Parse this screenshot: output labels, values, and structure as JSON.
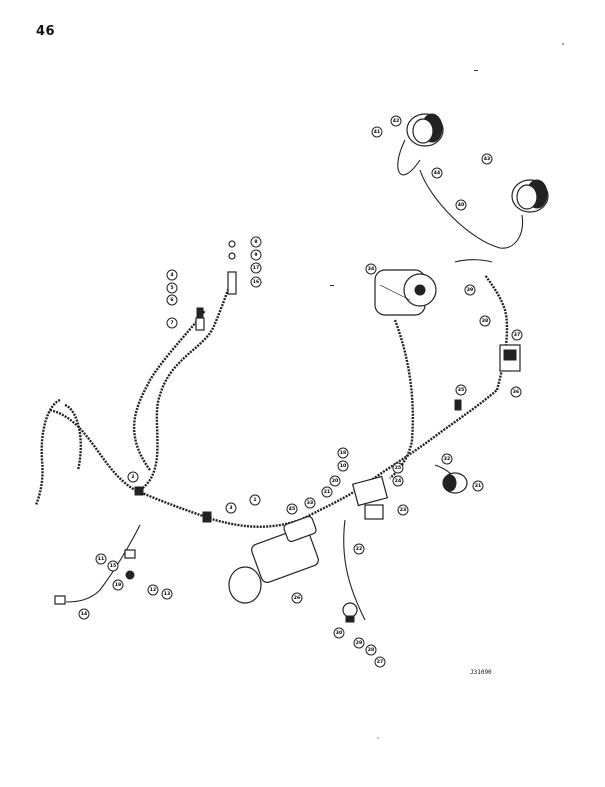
{
  "page": {
    "number": "46",
    "figure_id": "J31090"
  },
  "callouts": [
    {
      "n": "1"
    },
    {
      "n": "2"
    },
    {
      "n": "3"
    },
    {
      "n": "4"
    },
    {
      "n": "5"
    },
    {
      "n": "6"
    },
    {
      "n": "7"
    },
    {
      "n": "8"
    },
    {
      "n": "9"
    },
    {
      "n": "10"
    },
    {
      "n": "11"
    },
    {
      "n": "12"
    },
    {
      "n": "13"
    },
    {
      "n": "14"
    },
    {
      "n": "15"
    },
    {
      "n": "16"
    },
    {
      "n": "17"
    },
    {
      "n": "18"
    },
    {
      "n": "19"
    },
    {
      "n": "20"
    },
    {
      "n": "21"
    },
    {
      "n": "22"
    },
    {
      "n": "23"
    },
    {
      "n": "24"
    },
    {
      "n": "25"
    },
    {
      "n": "26"
    },
    {
      "n": "27"
    },
    {
      "n": "28"
    },
    {
      "n": "29"
    },
    {
      "n": "30"
    },
    {
      "n": "31"
    },
    {
      "n": "32"
    },
    {
      "n": "33"
    },
    {
      "n": "34"
    },
    {
      "n": "35"
    },
    {
      "n": "36"
    },
    {
      "n": "37"
    },
    {
      "n": "38"
    },
    {
      "n": "39"
    },
    {
      "n": "40"
    },
    {
      "n": "41"
    },
    {
      "n": "42"
    },
    {
      "n": "43"
    },
    {
      "n": "44"
    },
    {
      "n": "45"
    }
  ]
}
